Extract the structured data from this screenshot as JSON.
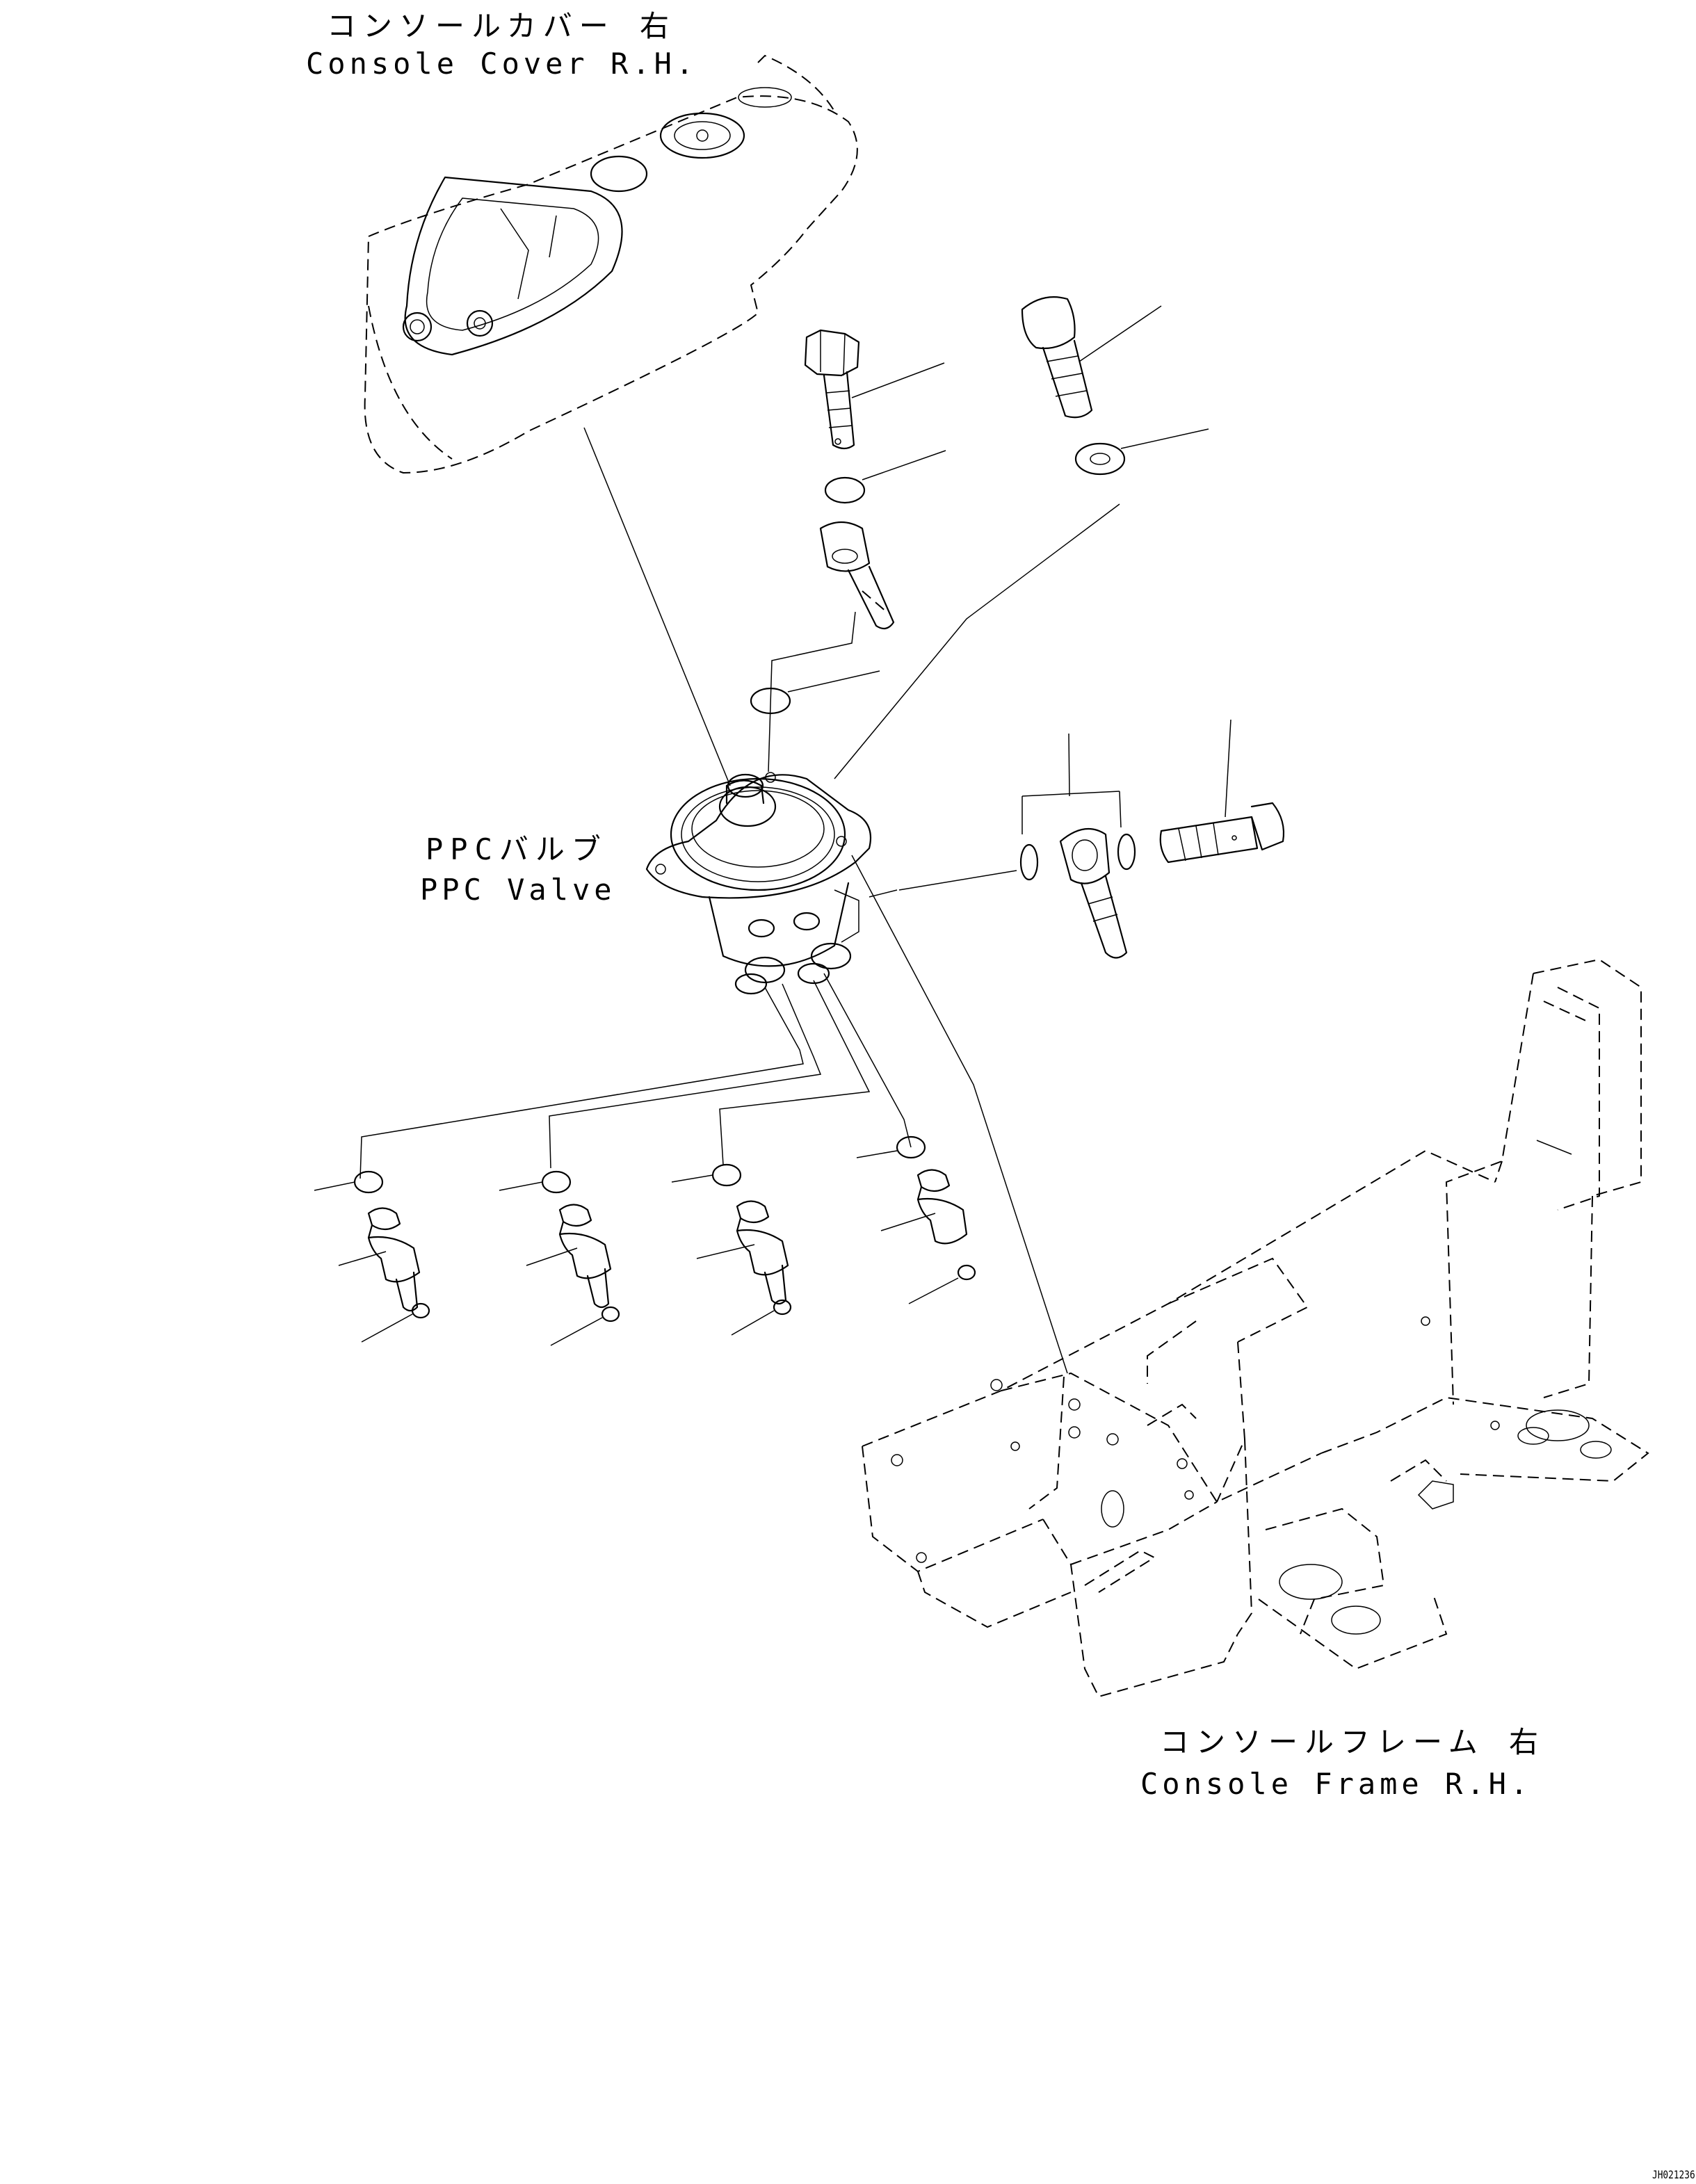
{
  "labels": {
    "console_cover_ja": "コンソールカバー 右",
    "console_cover_en": "Console Cover R.H.",
    "ppc_valve_ja": "PPCバルブ",
    "ppc_valve_en": "PPC Valve",
    "console_frame_ja": "コンソールフレーム 右",
    "console_frame_en": "Console Frame R.H.",
    "drawing_code": "JH021236"
  }
}
